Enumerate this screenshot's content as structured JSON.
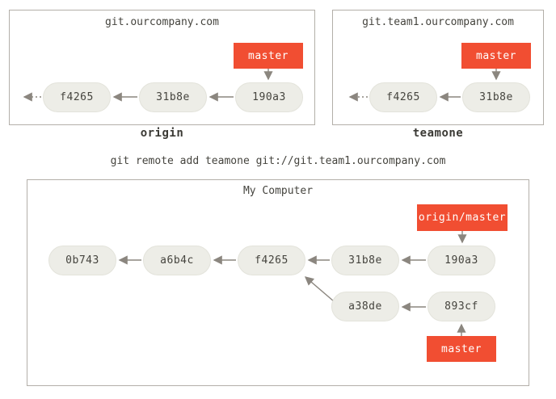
{
  "colors": {
    "accent": "#f14e32",
    "node_fill": "#edede7",
    "node_border": "#e3e3db",
    "box_border": "#b3afa9",
    "arrow": "#8b867f",
    "text": "#45443e"
  },
  "command_caption": "git remote add teamone git://git.team1.ourcompany.com",
  "repos": [
    {
      "title": "git.ourcompany.com",
      "label": "origin",
      "branch_label": "master",
      "commits": [
        "f4265",
        "31b8e",
        "190a3"
      ]
    },
    {
      "title": "git.team1.ourcompany.com",
      "label": "teamone",
      "branch_label": "master",
      "commits": [
        "f4265",
        "31b8e"
      ]
    },
    {
      "title": "My Computer",
      "remote_branch_label": "origin/master",
      "local_branch_label": "master",
      "main_commits": [
        "0b743",
        "a6b4c",
        "f4265",
        "31b8e",
        "190a3"
      ],
      "topic_commits": [
        "a38de",
        "893cf"
      ]
    }
  ]
}
